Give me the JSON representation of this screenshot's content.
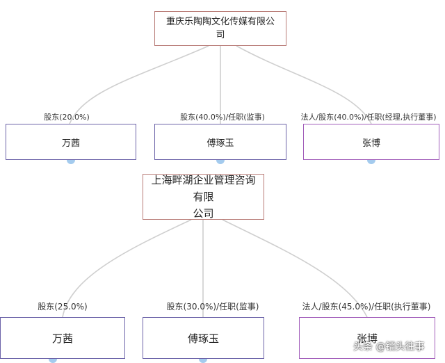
{
  "top_chart": {
    "company": {
      "line1": "重庆乐陶陶文化传媒有限公",
      "line2": "司"
    },
    "edges": [
      "股东(20.0%)",
      "股东(40.0%)/任职(监事)",
      "法人/股东(40.0%)/任职(经理,执行董事)"
    ],
    "persons": [
      "万茜",
      "傅琢玉",
      "张博"
    ]
  },
  "bottom_chart": {
    "company": {
      "line1": "上海畔湖企业管理咨询有限",
      "line2": "公司"
    },
    "edges": [
      "股东(25.0%)",
      "股东(30.0%)/任职(监事)",
      "法人/股东(45.0%)/任职(执行董事)"
    ],
    "persons": [
      "万茜",
      "傅琢玉",
      "张博"
    ]
  },
  "watermark": "头条 @镭头往事",
  "colors": {
    "company_border": "#b87b76",
    "person_border": "#6b62a8",
    "legal_person_border": "#a15dba",
    "link": "#cccccc"
  }
}
